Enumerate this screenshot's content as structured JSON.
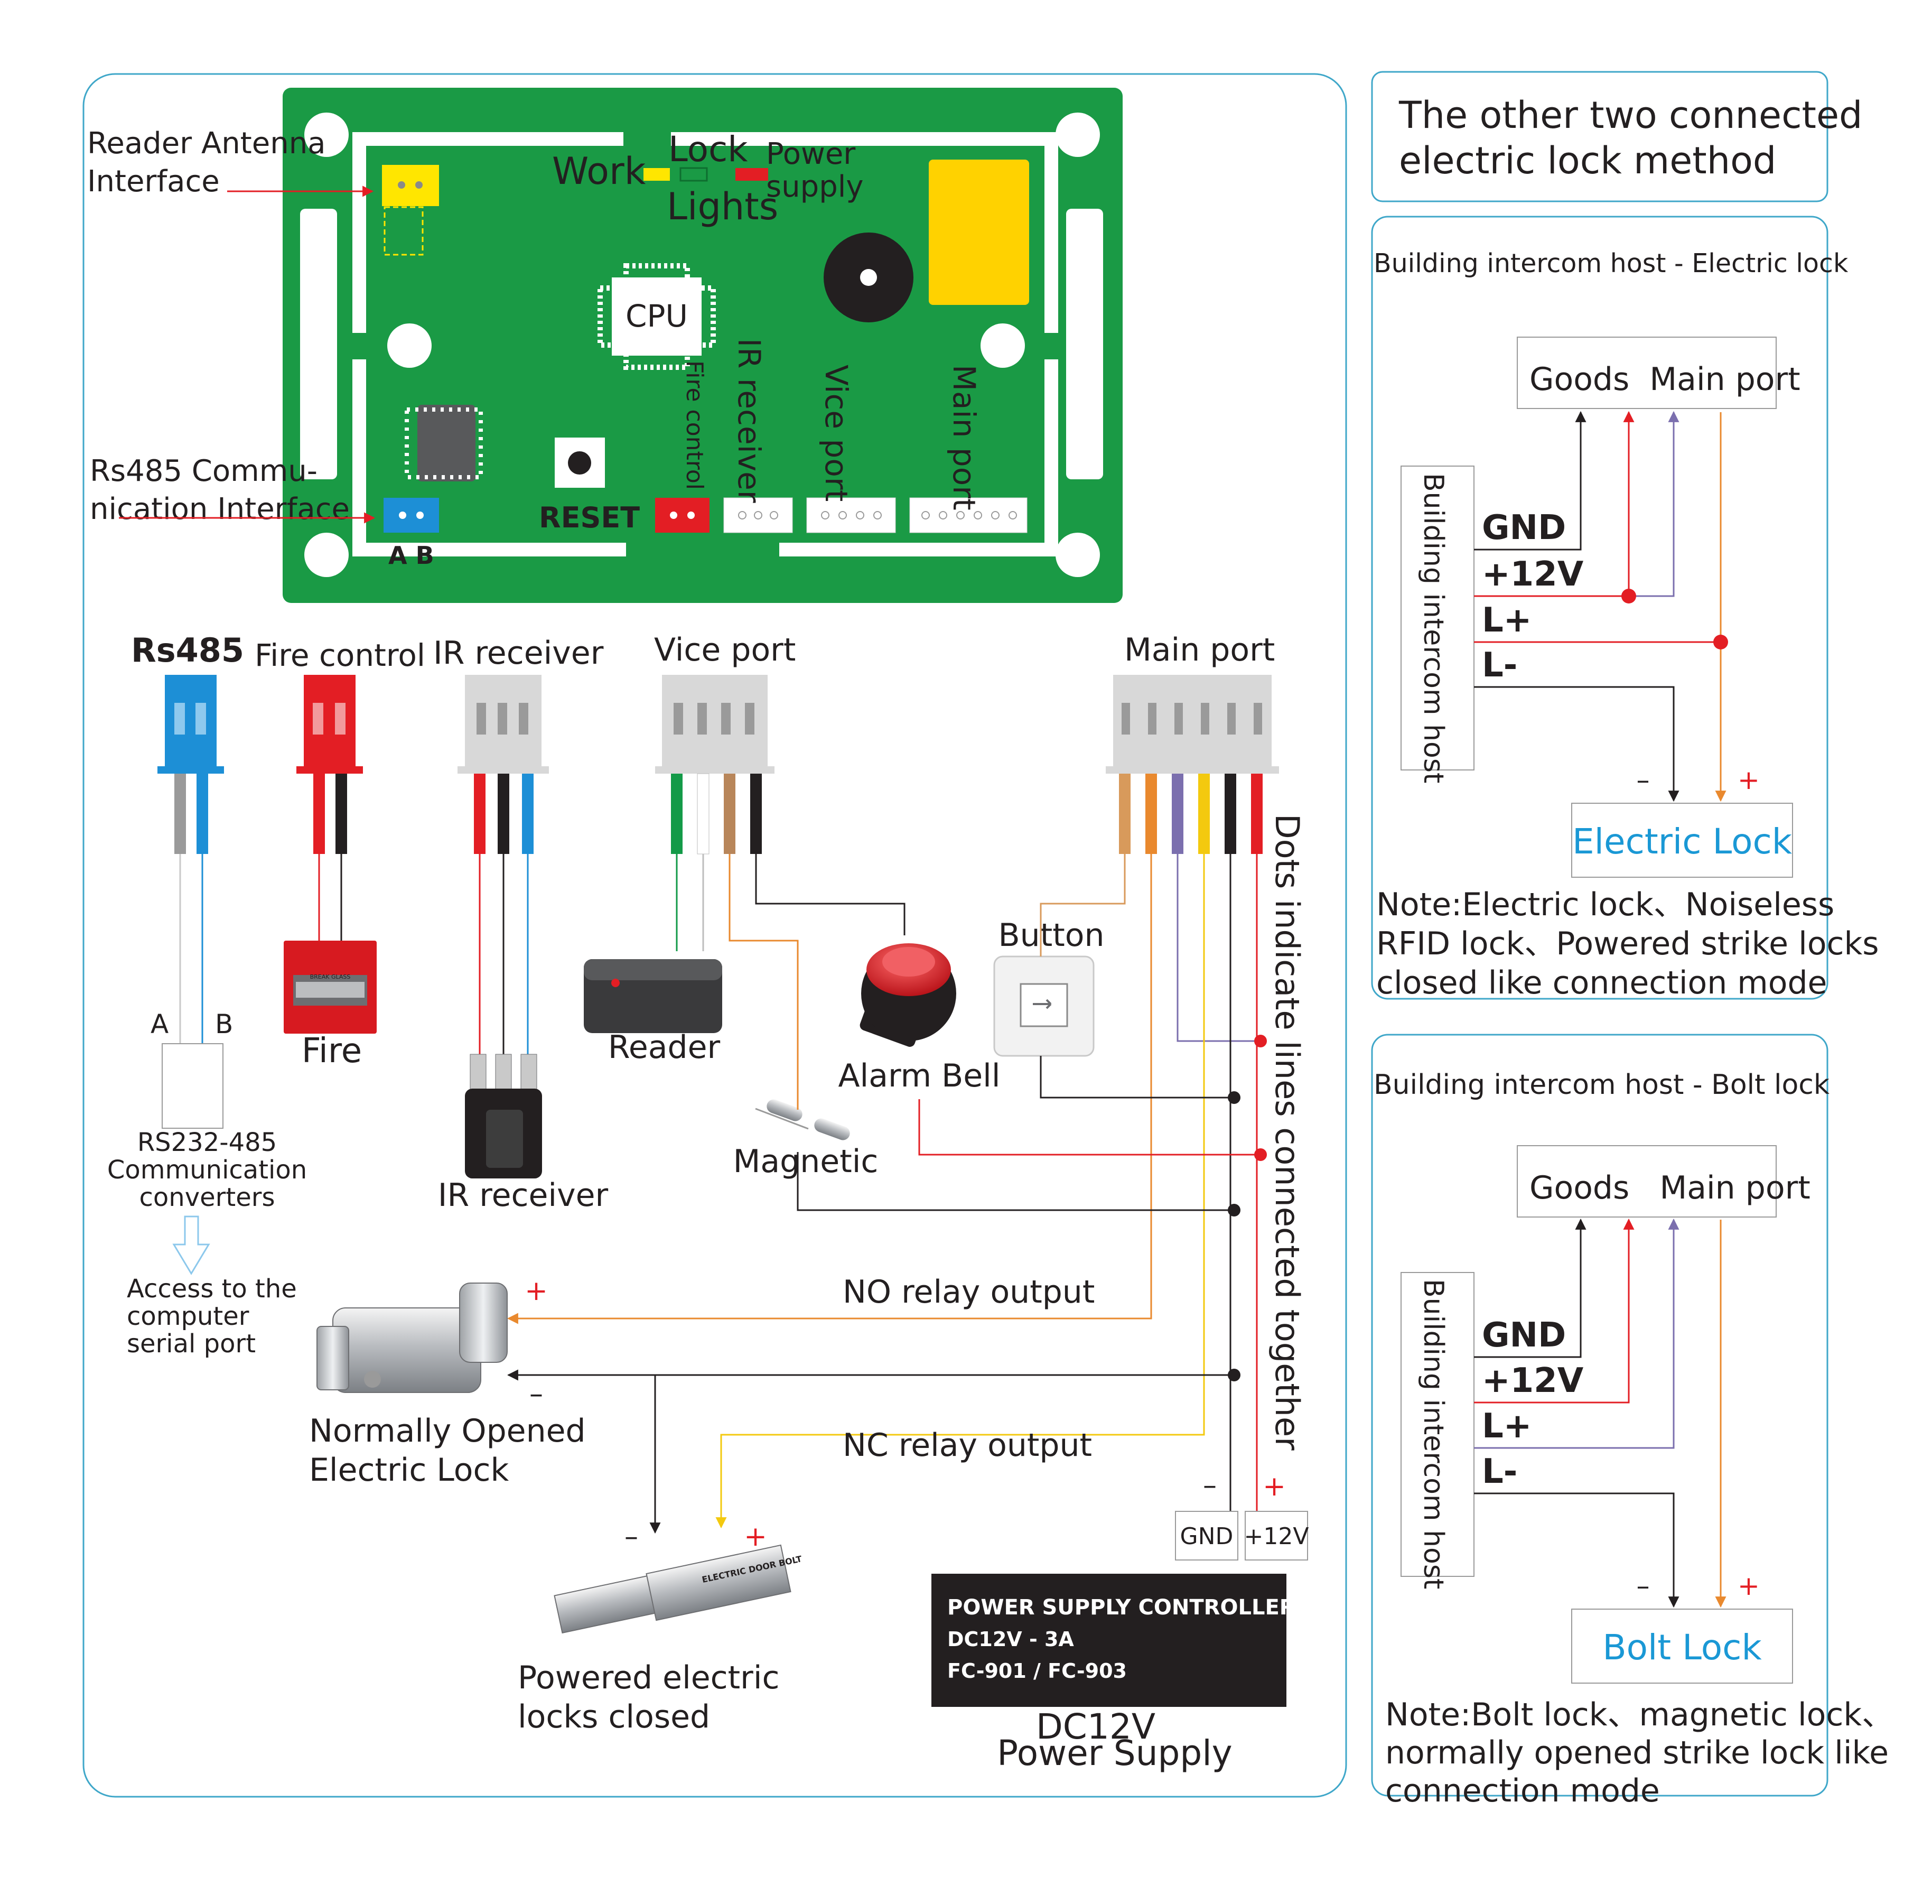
{
  "board": {
    "reader_antenna": "Reader Antenna\nInterface",
    "rs485_interface": "Rs485 Commu-\nnication Interface",
    "ab": "A B",
    "work": "Work",
    "lock": "Lock",
    "lights": "Lights",
    "power_supply": "Power\nsupply",
    "cpu": "CPU",
    "reset": "RESET",
    "fire_control_port": "Fire control",
    "ir_receiver_port": "IR receiver",
    "vice_port": "Vice port",
    "main_port": "Main port"
  },
  "connectors": {
    "rs485": "Rs485",
    "fire_control": "Fire control",
    "ir_receiver": "IR receiver",
    "vice_port": "Vice port",
    "main_port": "Main port"
  },
  "devices": {
    "a": "A",
    "b": "B",
    "converter": "RS232-485\nCommunication\nconverters",
    "access": "Access to the\ncomputer\nserial port",
    "fire": "Fire",
    "fire_box_top": "BREAK GLASS",
    "ir_receiver": "IR receiver",
    "reader": "Reader",
    "magnetic": "Magnetic",
    "alarm_bell": "Alarm Bell",
    "button": "Button",
    "no_relay": "NO relay output",
    "nc_relay": "NC relay output",
    "normally_opened_lock": "Normally Opened\nElectric Lock",
    "powered_lock": "Powered electric\nlocks closed",
    "bolt_label": "ELECTRIC DOOR BOLT",
    "gnd": "GND",
    "v12": "+12V",
    "plus": "+",
    "minus": "–",
    "dots_note": "Dots indicate lines connected together"
  },
  "power_supply": {
    "line1": "POWER SUPPLY CONTROLLER",
    "line2": "DC12V - 3A",
    "line3": "FC-901 / FC-903",
    "caption1": "DC12V",
    "caption2": "Power Supply"
  },
  "right_panel": {
    "title": "The other two connected\nelectric lock method",
    "section1": {
      "heading": "Building intercom host - Electric lock",
      "ports": "Goods  Main port",
      "host": "Building intercom host",
      "pins": [
        "GND",
        "+12V",
        "L+",
        "L-"
      ],
      "lock": "Electric Lock",
      "note": "Note:Electric lock、Noiseless\nRFID lock、Powered strike locks\nclosed like connection mode"
    },
    "section2": {
      "heading": "Building intercom host - Bolt lock",
      "ports": "Goods   Main port",
      "host": "Building intercom host",
      "pins": [
        "GND",
        "+12V",
        "L+",
        "L-"
      ],
      "lock": "Bolt Lock",
      "note": "Note:Bolt lock、magnetic lock、\nnormally opened strike lock like\nconnection mode"
    }
  },
  "colors": {
    "board_green": "#1a9a45",
    "frame_blue": "#3fa7c9",
    "wire_red": "#e31e24",
    "wire_black": "#231f20",
    "wire_orange": "#e9892e",
    "wire_purple": "#7b6fae",
    "wire_yellow": "#f3c90f",
    "wire_blue": "#1d8fd6",
    "lock_blue": "#1a98d5"
  }
}
